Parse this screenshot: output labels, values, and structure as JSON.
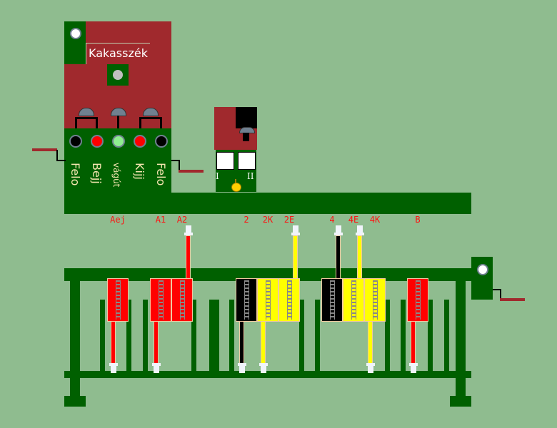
{
  "station": {
    "name": "Kakasszék"
  },
  "panel": {
    "lamp_colors": [
      "#000000",
      "#ff0000",
      "#90ee90",
      "#ff0000",
      "#000000"
    ],
    "labels": [
      "Felo",
      "Bejj",
      "vágút",
      "Kijj",
      "Felo"
    ]
  },
  "block_panel": {
    "label_1": "I",
    "label_2": "II"
  },
  "levers": [
    {
      "label": "Aej",
      "color": "#ff0000",
      "position": "down"
    },
    {
      "label": "A1",
      "color": "#ff0000",
      "position": "down"
    },
    {
      "label": "A2",
      "color": "#ff0000",
      "position": "up"
    },
    {
      "label": "2",
      "color": "#000000",
      "position": "down"
    },
    {
      "label": "2K",
      "color": "#ffff00",
      "position": "down"
    },
    {
      "label": "2E",
      "color": "#ffff00",
      "position": "up"
    },
    {
      "label": "4",
      "color": "#000000",
      "position": "up"
    },
    {
      "label": "4E",
      "color": "#ffff00",
      "position": "up"
    },
    {
      "label": "4K",
      "color": "#ffff00",
      "position": "down"
    },
    {
      "label": "B",
      "color": "#ff0000",
      "position": "down"
    }
  ]
}
